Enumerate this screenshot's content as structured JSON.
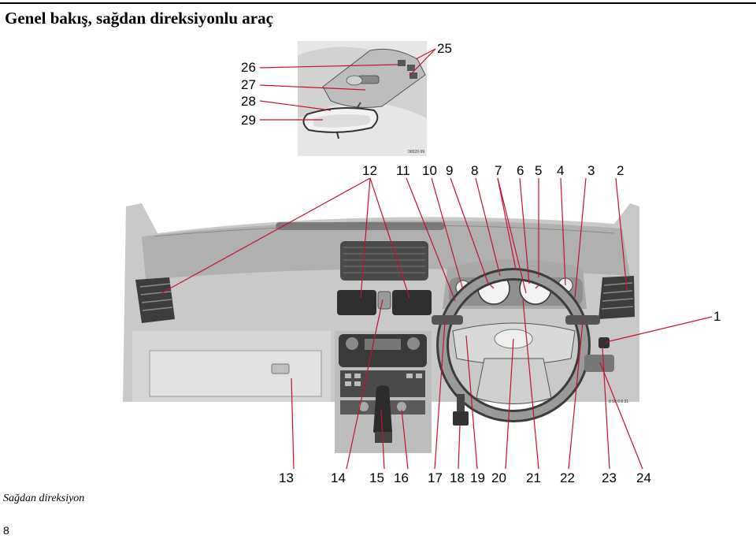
{
  "page": {
    "title": "Genel bakış, sağdan direksiyonlu araç",
    "side_caption": "Sağdan direksiyon",
    "page_number": "8"
  },
  "figure": {
    "inset_code": "00020-99",
    "dash_code": "8 50 0 8 31",
    "callout_color": "#c8102e",
    "labels": {
      "n1": "1",
      "n2": "2",
      "n3": "3",
      "n4": "4",
      "n5": "5",
      "n6": "6",
      "n7": "7",
      "n8": "8",
      "n9": "9",
      "n10": "10",
      "n11": "11",
      "n12": "12",
      "n13": "13",
      "n14": "14",
      "n15": "15",
      "n16": "16",
      "n17": "17",
      "n18": "18",
      "n19": "19",
      "n20": "20",
      "n21": "21",
      "n22": "22",
      "n23": "23",
      "n24": "24",
      "n25": "25",
      "n26": "26",
      "n27": "27",
      "n28": "28",
      "n29": "29"
    }
  }
}
